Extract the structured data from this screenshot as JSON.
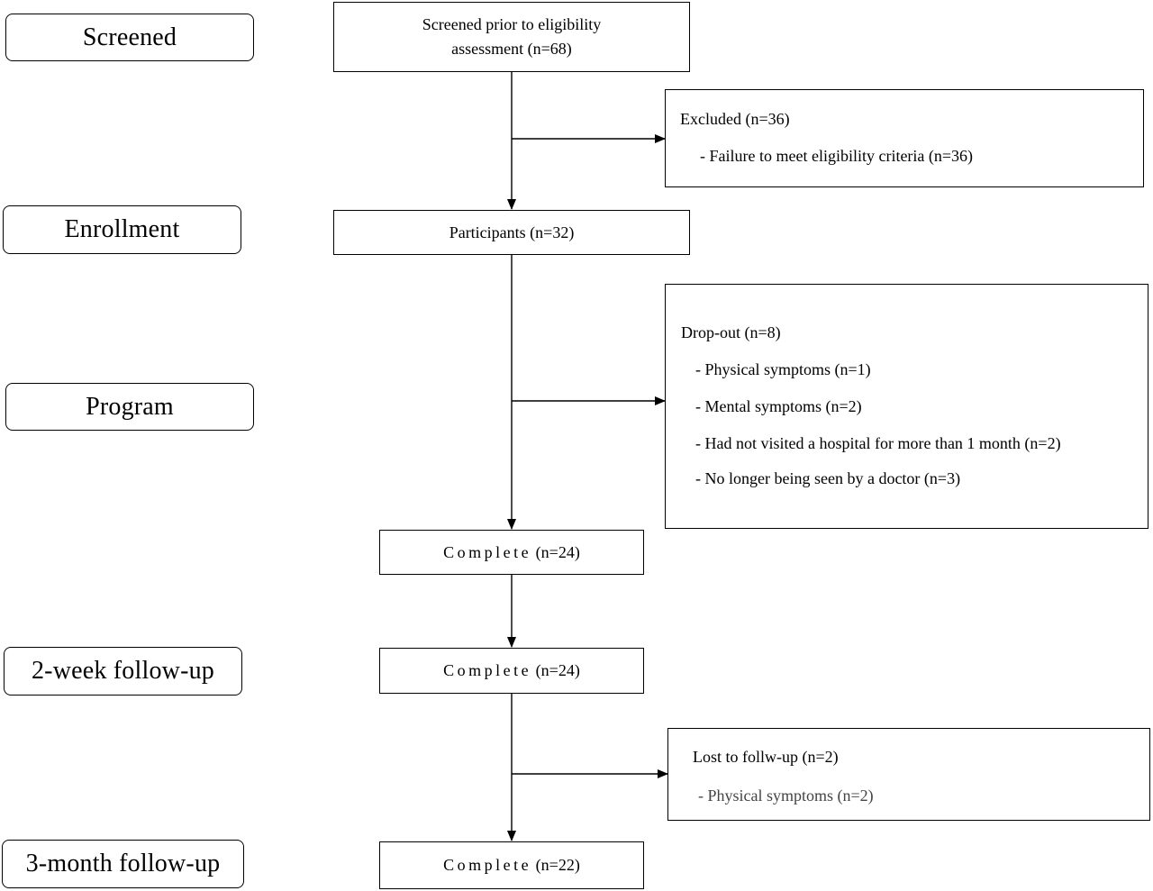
{
  "stages": {
    "screened": "Screened",
    "enrollment": "Enrollment",
    "program": "Program",
    "week2": "2-week follow-up",
    "month3": "3-month follow-up"
  },
  "boxes": {
    "screened_line1": "Screened prior to eligibility",
    "screened_line2": "assessment (n=68)",
    "participants": "Participants (n=32)",
    "complete_word": "Complete",
    "complete1_count": "(n=24)",
    "complete2_count": "(n=24)",
    "complete3_count": "(n=22)"
  },
  "excluded": {
    "title": "Excluded (n=36)",
    "items": [
      "- Failure to meet eligibility criteria (n=36)"
    ]
  },
  "dropout": {
    "title": "Drop-out (n=8)",
    "items": [
      "- Physical symptoms (n=1)",
      "- Mental symptoms (n=2)",
      "- Had not visited a hospital for more than 1 month (n=2)",
      "- No longer being seen by a doctor (n=3)"
    ]
  },
  "lost": {
    "title": "Lost to follw-up (n=2)",
    "items": [
      "- Physical symptoms (n=2)"
    ]
  }
}
